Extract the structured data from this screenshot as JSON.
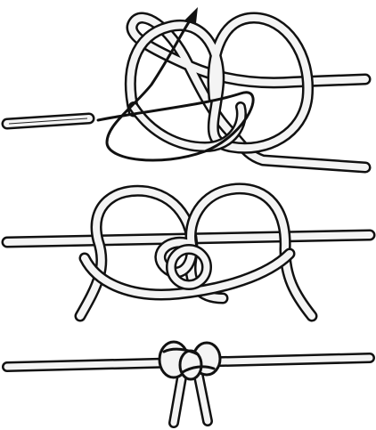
{
  "colors": {
    "background": "#ffffff",
    "rope_outline": "#111111",
    "rope_fill": "#f4f4f4",
    "arrow": "#111111"
  },
  "figure": {
    "stages": [
      {
        "name": "stage-1-threading",
        "icons": [
          "rope-loop",
          "curved-arrow-icon"
        ]
      },
      {
        "name": "stage-2-loosely-formed-knot",
        "icons": [
          "rope-loop"
        ]
      },
      {
        "name": "stage-3-tightened-knot",
        "icons": [
          "rope-knot"
        ]
      }
    ]
  }
}
